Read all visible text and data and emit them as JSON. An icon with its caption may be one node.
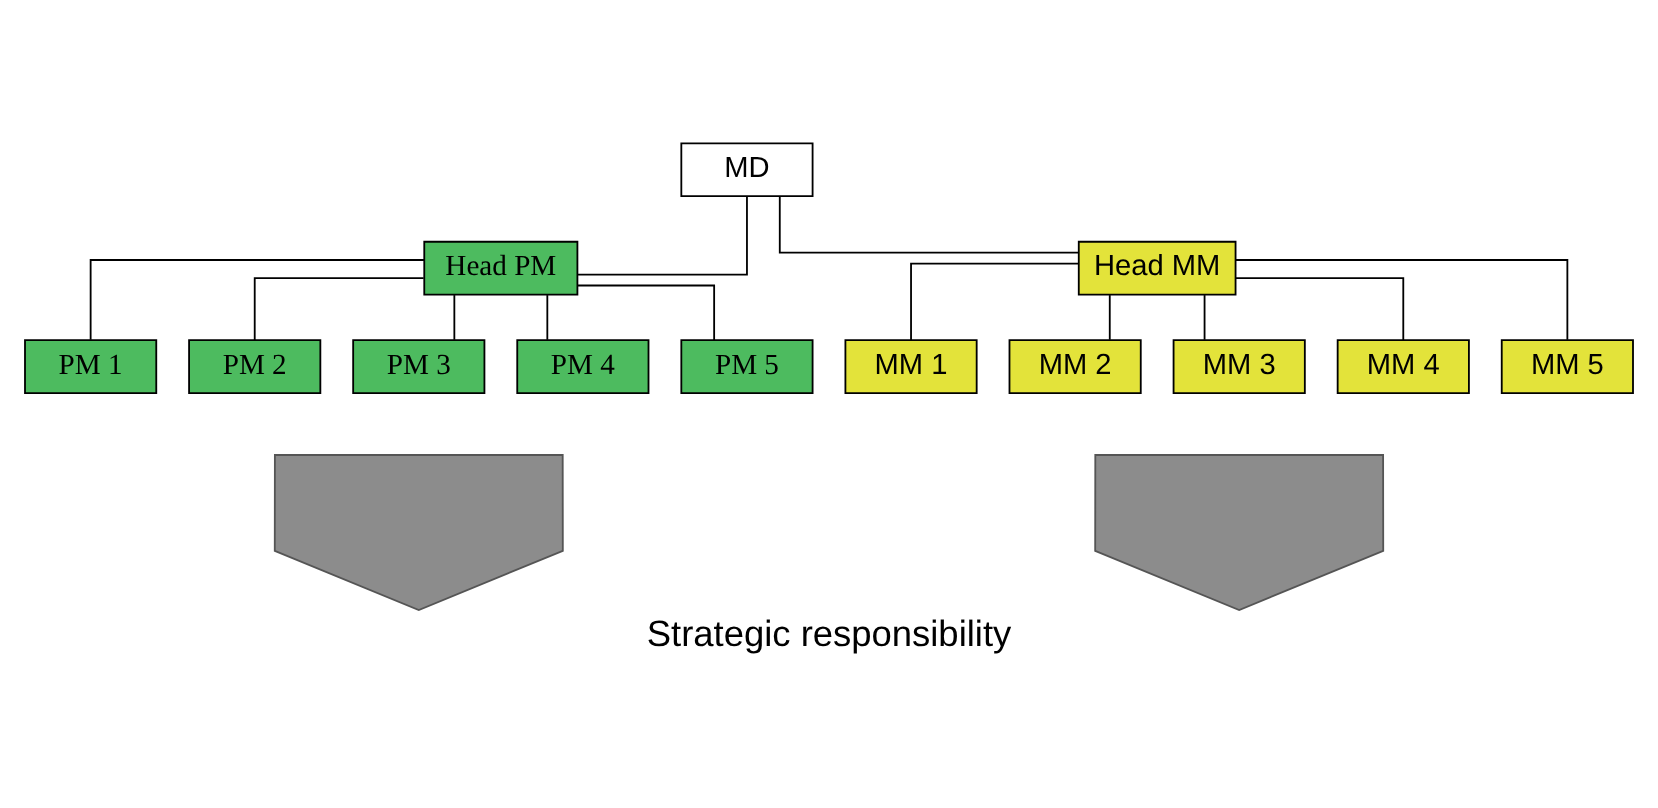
{
  "diagram": {
    "caption": "Strategic responsibility",
    "nodes": [
      {
        "text": [
          "MD"
        ]
      },
      {
        "text": [
          "Head PM"
        ]
      },
      {
        "text": [
          "Head MM"
        ]
      },
      {
        "text": [
          "PM 1"
        ]
      },
      {
        "text": [
          "PM 2"
        ]
      },
      {
        "text": [
          "PM 3"
        ]
      },
      {
        "text": [
          "PM 4"
        ]
      },
      {
        "text": [
          "PM 5"
        ]
      },
      {
        "text": [
          "MM 1"
        ]
      },
      {
        "text": [
          "MM 2"
        ]
      },
      {
        "text": [
          "MM 3"
        ]
      },
      {
        "text": [
          "MM 4"
        ]
      },
      {
        "text": [
          "MM 5"
        ]
      },
      {
        "text": [],
        "shape": "arrow"
      },
      {
        "text": [],
        "shape": "arrow"
      }
    ],
    "edges": [
      {
        "from": 0,
        "to": 1,
        "arrow": "none"
      },
      {
        "from": 0,
        "to": 2,
        "arrow": "none"
      },
      {
        "from": 1,
        "to": 3,
        "arrow": "none"
      },
      {
        "from": 1,
        "to": 4,
        "arrow": "none"
      },
      {
        "from": 1,
        "to": 5,
        "arrow": "none"
      },
      {
        "from": 1,
        "to": 6,
        "arrow": "none"
      },
      {
        "from": 1,
        "to": 7,
        "arrow": "none"
      },
      {
        "from": 2,
        "to": 8,
        "arrow": "none"
      },
      {
        "from": 2,
        "to": 9,
        "arrow": "none"
      },
      {
        "from": 2,
        "to": 10,
        "arrow": "none"
      },
      {
        "from": 2,
        "to": 11,
        "arrow": "none"
      },
      {
        "from": 2,
        "to": 12,
        "arrow": "none"
      }
    ]
  }
}
